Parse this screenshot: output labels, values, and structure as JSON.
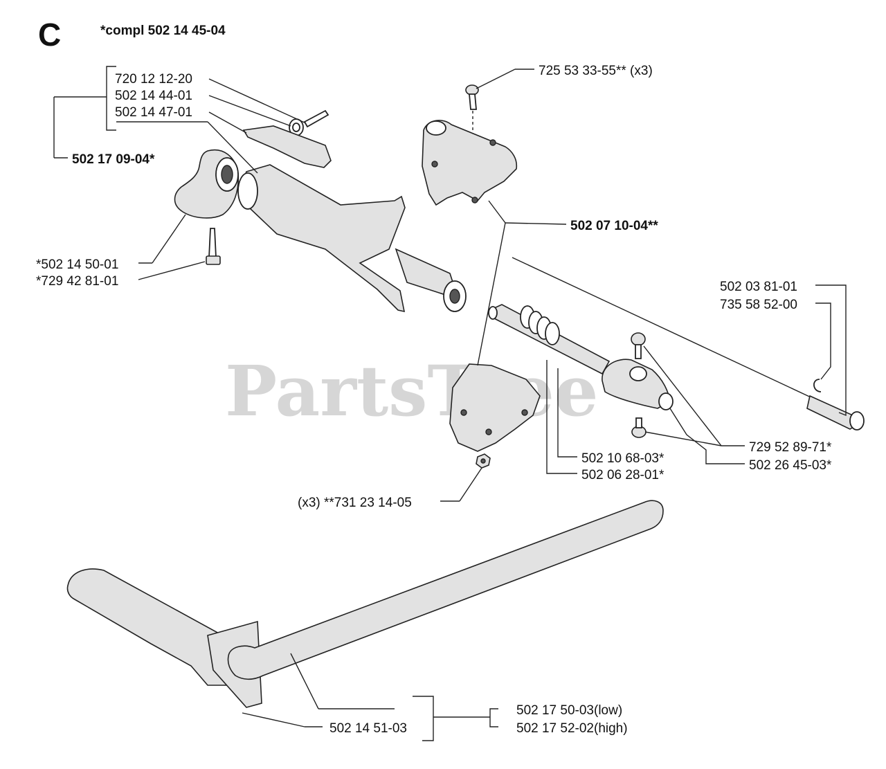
{
  "section_letter": "C",
  "complete_note": "*compl 502 14 45-04",
  "watermark": "PartsTree",
  "labels": {
    "l1": "720 12 12-20",
    "l2": "502 14 44-01",
    "l3": "502 14 47-01",
    "l4": "502 17 09-04*",
    "l5": "*502 14 50-01",
    "l6": "*729 42 81-01",
    "l7": "725 53 33-55** (x3)",
    "l8": "502 07 10-04**",
    "l9": "502 03 81-01",
    "l10": "735 58 52-00",
    "l11": "729 52 89-71*",
    "l12": "502 26 45-03*",
    "l13": "502 10 68-03*",
    "l14": "502 06 28-01*",
    "l15": "(x3) **731 23 14-05",
    "l16": "502 14 51-03",
    "l17": "502 17 50-03(low)",
    "l18": "502 17 52-02(high)"
  }
}
